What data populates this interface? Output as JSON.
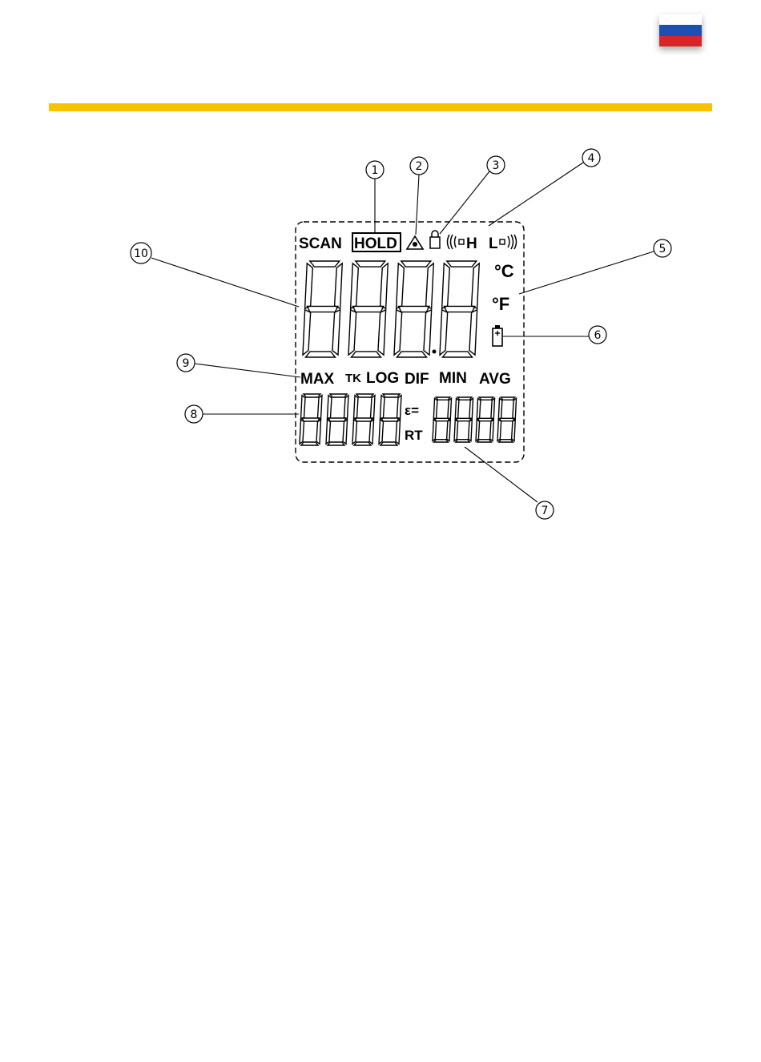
{
  "colors": {
    "accent_band": "#f8c200",
    "flag": [
      "#ffffff",
      "#1e4fb5",
      "#d9242a"
    ],
    "ink": "#000000"
  },
  "flag_icon": "russia-flag-icon",
  "lcd": {
    "top_labels": {
      "scan": "SCAN",
      "hold": "HOLD",
      "h": "H",
      "l": "L"
    },
    "units": {
      "celsius": "°C",
      "fahrenheit": "°F"
    },
    "mode_labels": {
      "max": "MAX",
      "tk": "TK",
      "log": "LOG",
      "dif": "DIF",
      "min": "MIN",
      "avg": "AVG"
    },
    "emissivity": "ε=",
    "rt": "RT",
    "icons": [
      "laser-warning-icon",
      "lock-icon",
      "beep-high-icon",
      "beep-low-icon",
      "battery-icon"
    ]
  },
  "callouts": [
    "1",
    "2",
    "3",
    "4",
    "5",
    "6",
    "7",
    "8",
    "9",
    "10"
  ]
}
